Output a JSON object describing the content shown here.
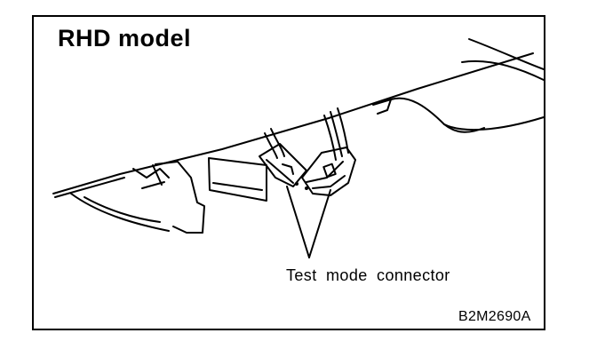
{
  "figure": {
    "title": "RHD model",
    "callout_label": "Test mode connector",
    "figure_code": "B2M2690A"
  }
}
